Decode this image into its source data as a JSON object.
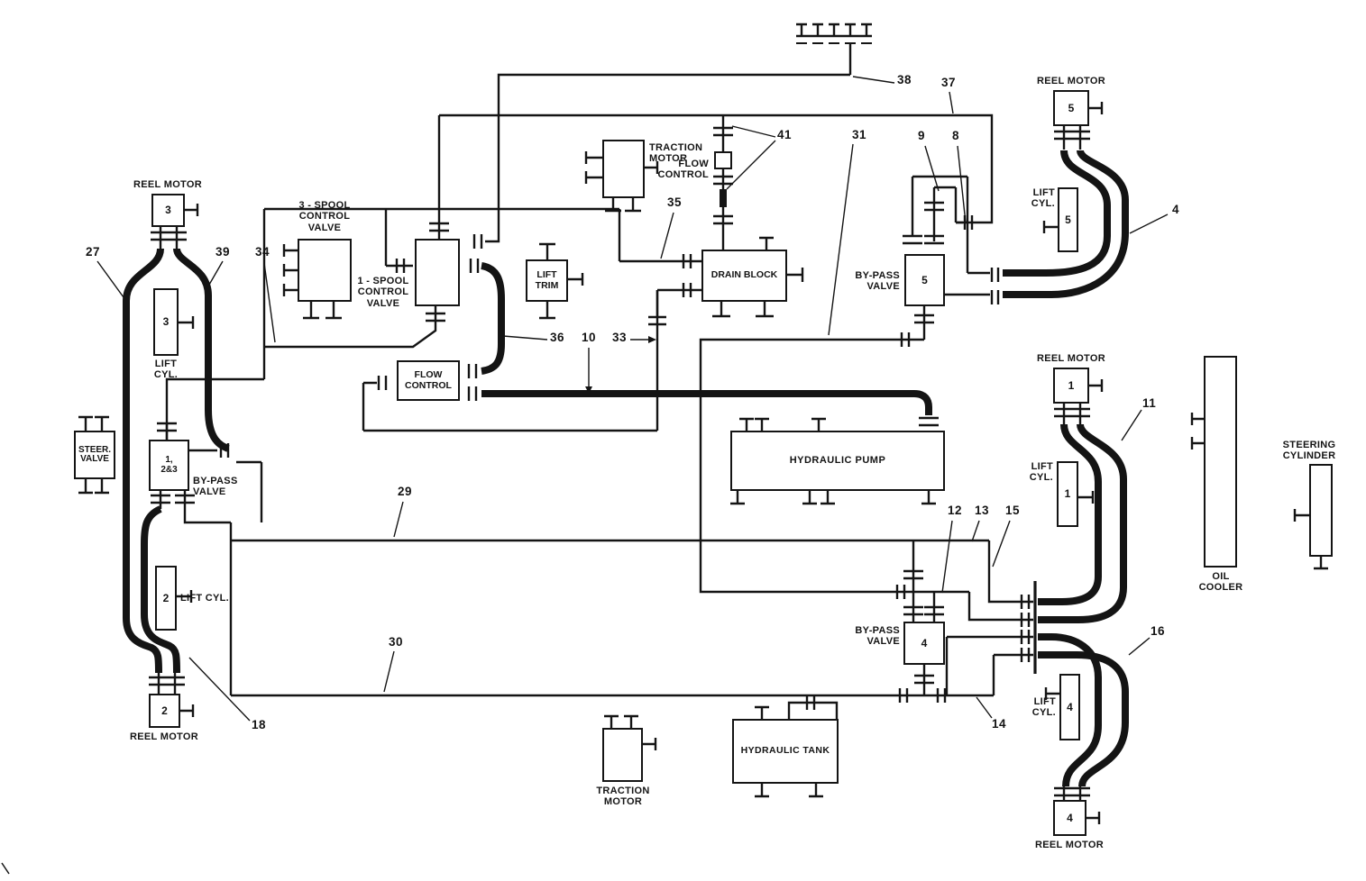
{
  "labels": {
    "reel_motor": "REEL MOTOR",
    "lift_cyl_stacked": "LIFT\nCYL.",
    "lift_cyl_inline": "LIFT CYL.",
    "spool3": "3 - SPOOL\nCONTROL\nVALVE",
    "spool1": "1 - SPOOL\nCONTROL\nVALVE",
    "flow_control": "FLOW\nCONTROL",
    "lift_trim": "LIFT\nTRIM",
    "traction_motor": "TRACTION\nMOTOR",
    "drain_block": "DRAIN BLOCK",
    "bypass_valve": "BY-PASS\nVALVE",
    "hydraulic_pump": "HYDRAULIC PUMP",
    "hydraulic_tank": "HYDRAULIC TANK",
    "oil_cooler": "OIL\nCOOLER",
    "steering_cylinder": "STEERING\nCYLINDER",
    "steer_valve": "STEER.\nVALVE"
  },
  "units": {
    "u1": "1",
    "u2": "2",
    "u3": "3",
    "u4": "4",
    "u5": "5",
    "u123": "1,\n2&3"
  },
  "callouts": {
    "n4": "4",
    "n8": "8",
    "n9": "9",
    "n10": "10",
    "n11": "11",
    "n12": "12",
    "n13": "13",
    "n14": "14",
    "n15": "15",
    "n16": "16",
    "n18": "18",
    "n27": "27",
    "n29": "29",
    "n30": "30",
    "n31": "31",
    "n33": "33",
    "n34": "34",
    "n35": "35",
    "n36": "36",
    "n37": "37",
    "n38": "38",
    "n39": "39",
    "n41": "41"
  }
}
